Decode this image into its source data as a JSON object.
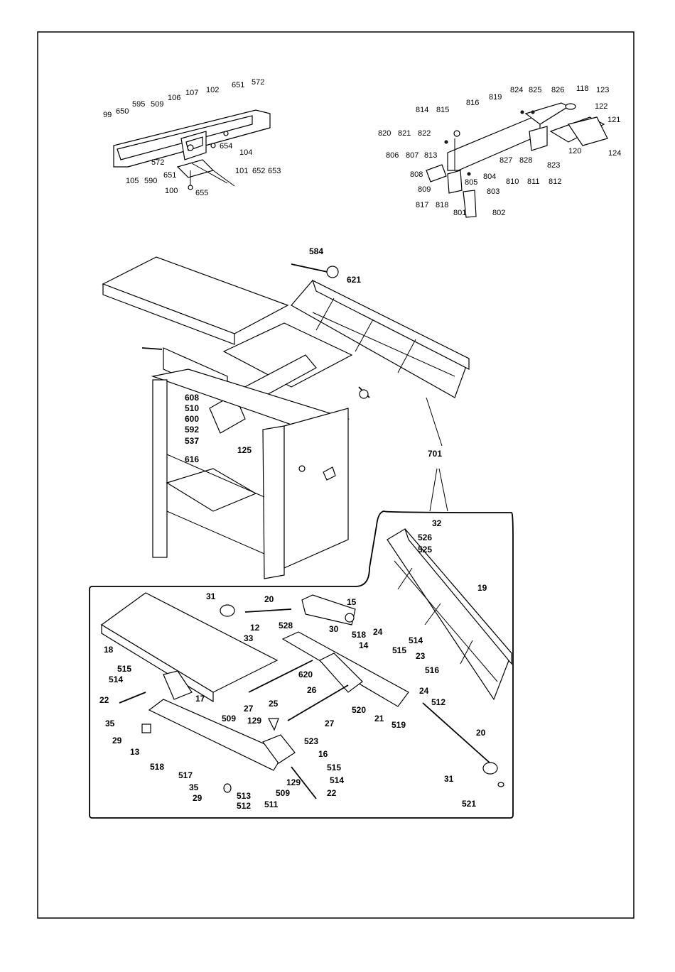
{
  "top_left_callouts": [
    "99",
    "650",
    "595",
    "509",
    "106",
    "107",
    "102",
    "651",
    "572",
    "572",
    "654",
    "104",
    "651",
    "101",
    "652",
    "653",
    "105",
    "590",
    "100",
    "655"
  ],
  "top_right_callouts": [
    "824",
    "825",
    "826",
    "118",
    "123",
    "814",
    "815",
    "816",
    "819",
    "122",
    "121",
    "820",
    "821",
    "822",
    "120",
    "124",
    "806",
    "807",
    "813",
    "827",
    "828",
    "823",
    "808",
    "804",
    "809",
    "805",
    "810",
    "811",
    "812",
    "803",
    "817",
    "818",
    "801",
    "802"
  ],
  "main_callouts": [
    "584",
    "621",
    "608",
    "510",
    "600",
    "592",
    "537",
    "125",
    "616",
    "701"
  ],
  "inset_callouts": [
    "32",
    "526",
    "525",
    "19",
    "31",
    "20",
    "15",
    "12",
    "528",
    "30",
    "518",
    "18",
    "33",
    "24",
    "514",
    "14",
    "515",
    "23",
    "516",
    "620",
    "515",
    "514",
    "22",
    "17",
    "26",
    "24",
    "512",
    "25",
    "27",
    "520",
    "21",
    "519",
    "20",
    "35",
    "27",
    "509",
    "129",
    "29",
    "13",
    "523",
    "16",
    "518",
    "515",
    "517",
    "514",
    "35",
    "129",
    "509",
    "31",
    "29",
    "513",
    "512",
    "511",
    "22",
    "521"
  ]
}
